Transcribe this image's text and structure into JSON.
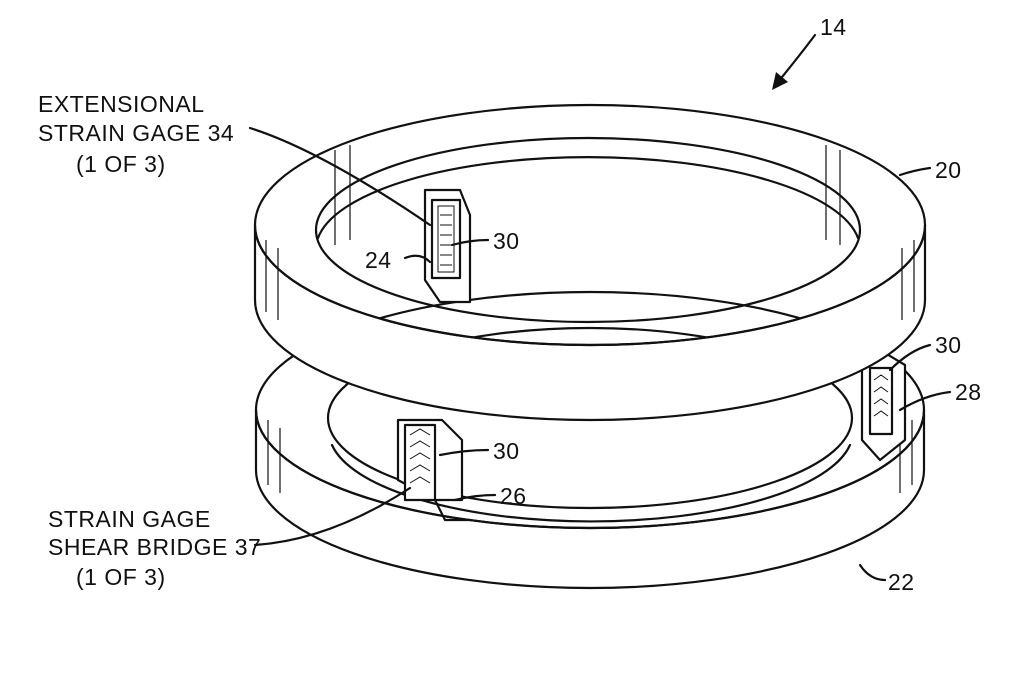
{
  "figure": {
    "ref_assembly": "14",
    "ref_upper_ring": "20",
    "ref_lower_ring": "22",
    "ref_post_upper": "24",
    "ref_post_lower": "26",
    "ref_post_right": "28",
    "ref_gage_a": "30",
    "ref_gage_b": "30",
    "ref_gage_c": "30",
    "label_extensional": {
      "line1": "EXTENSIONAL",
      "line2": "STRAIN GAGE 34",
      "line3": "(1 OF 3)"
    },
    "label_shear": {
      "line1": "STRAIN GAGE",
      "line2": "SHEAR BRIDGE 37",
      "line3": "(1 OF 3)"
    }
  },
  "colors": {
    "ink": "#111111",
    "paper": "#ffffff"
  }
}
